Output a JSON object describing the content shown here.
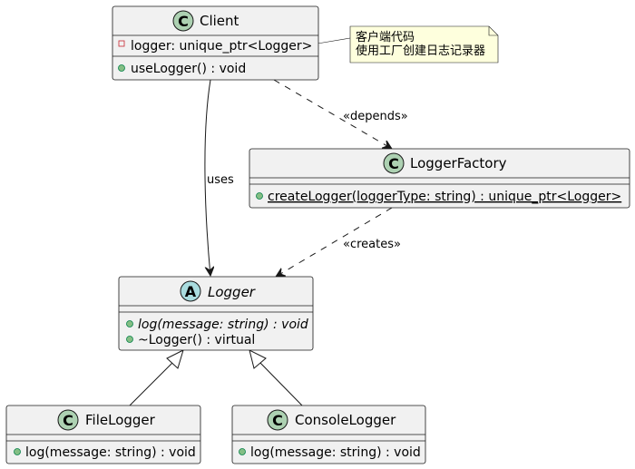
{
  "classes": {
    "client": {
      "name": "Client",
      "stereotype_letter": "C",
      "fields": [
        "logger: unique_ptr<Logger>"
      ],
      "methods": [
        "useLogger() : void"
      ]
    },
    "factory": {
      "name": "LoggerFactory",
      "stereotype_letter": "C",
      "fields": [],
      "methods": [
        "createLogger(loggerType: string) : unique_ptr<Logger>"
      ]
    },
    "logger": {
      "name": "Logger",
      "stereotype_letter": "A",
      "fields": [],
      "methods": [
        "log(message: string) : void",
        "~Logger() : virtual"
      ]
    },
    "file_logger": {
      "name": "FileLogger",
      "stereotype_letter": "C",
      "fields": [],
      "methods": [
        "log(message: string) : void"
      ]
    },
    "console_logger": {
      "name": "ConsoleLogger",
      "stereotype_letter": "C",
      "fields": [],
      "methods": [
        "log(message: string) : void"
      ]
    }
  },
  "note": {
    "lines": [
      "客户端代码",
      "使用工厂创建日志记录器"
    ]
  },
  "relations": {
    "client_uses_logger": "uses",
    "client_depends_factory": "«depends»",
    "factory_creates_logger": "«creates»"
  },
  "colors": {
    "class_fill": "#F1F1F1",
    "border": "#181818",
    "class_spot": "#ADD1B2",
    "abstract_spot": "#A9DCDF",
    "note_fill": "#FEFFDD",
    "public_marker": "#84BE84",
    "private_marker": "#C82930"
  }
}
